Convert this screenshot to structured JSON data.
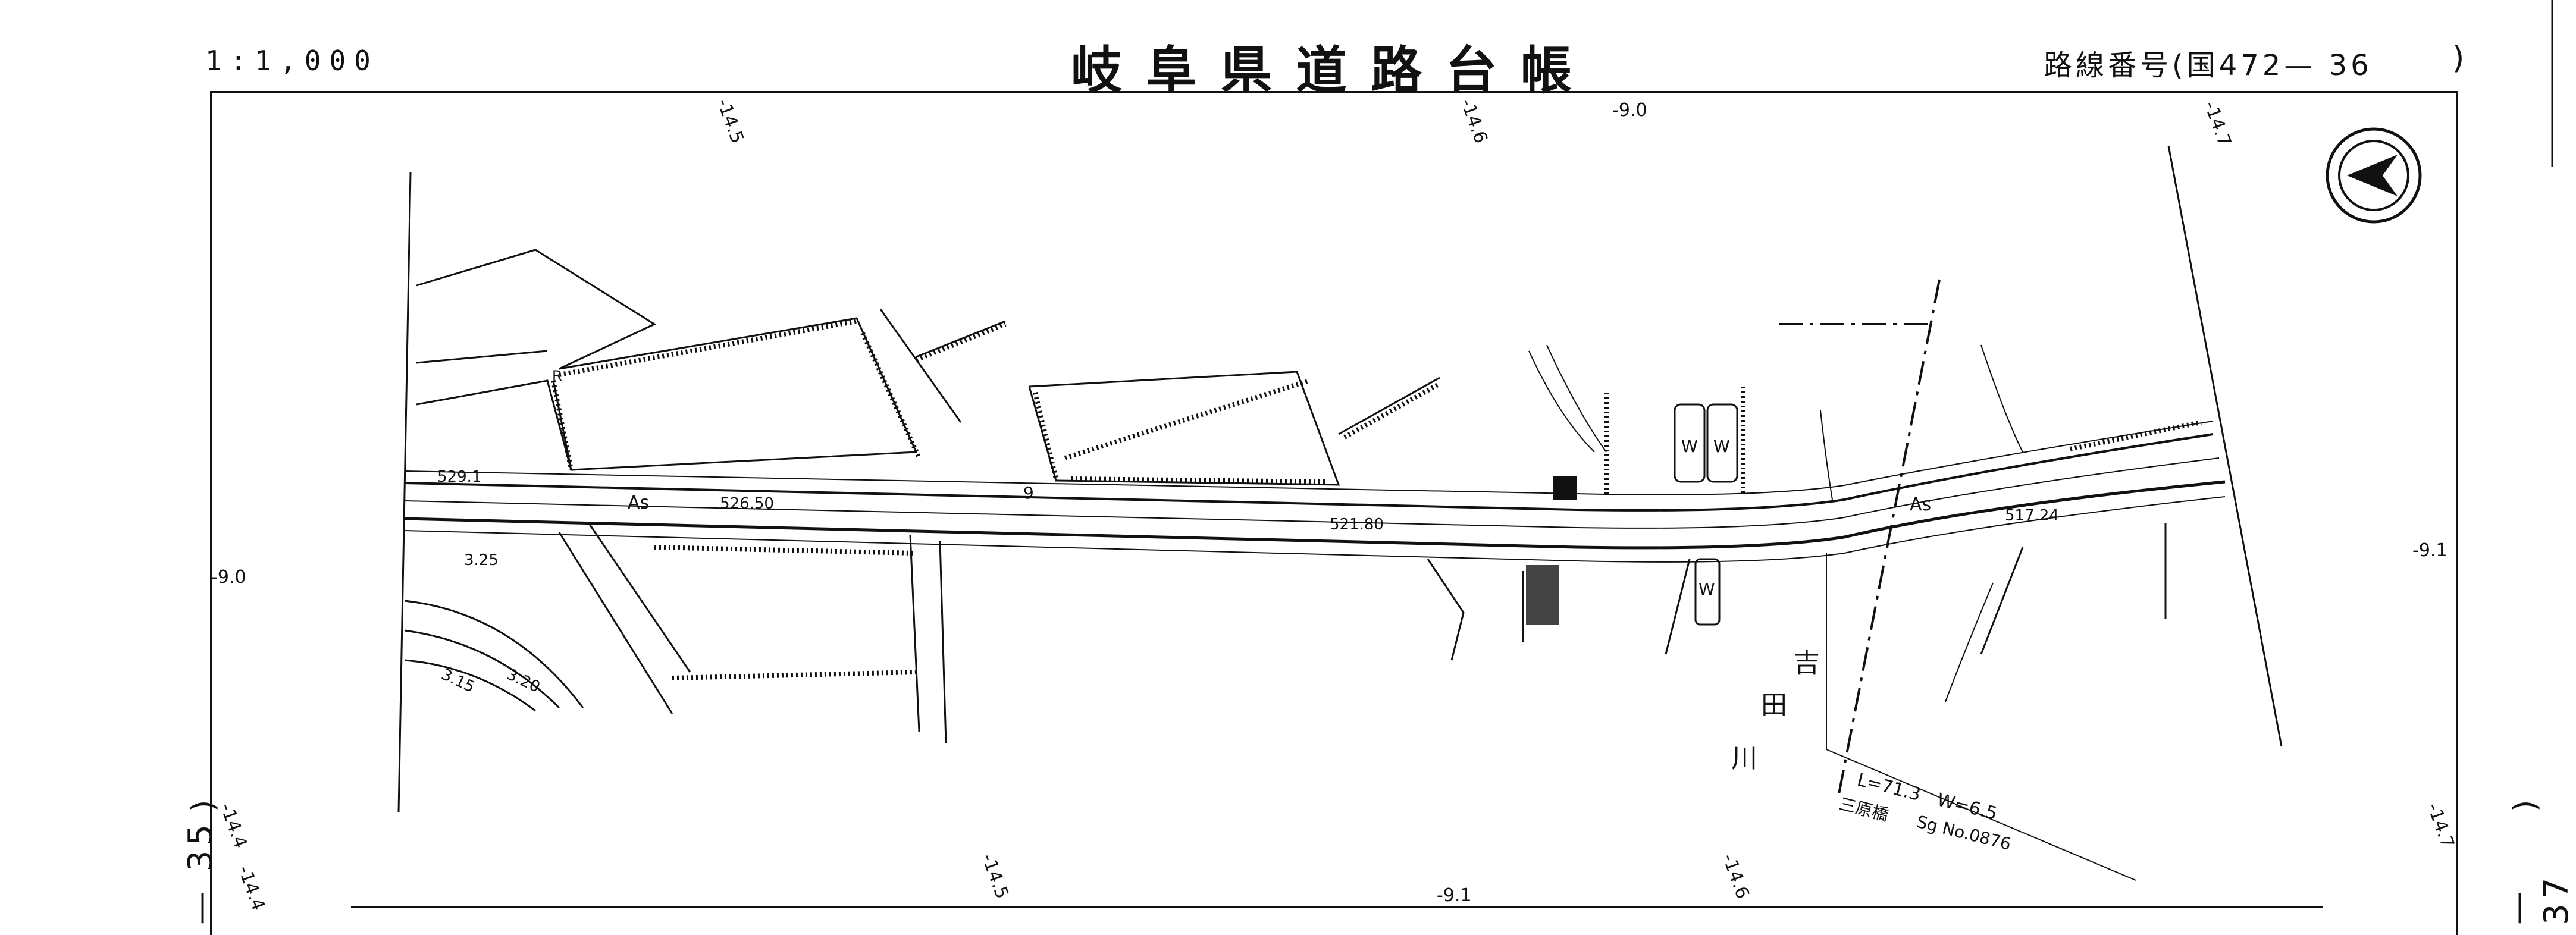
{
  "header": {
    "scale": "1:1,000",
    "title": "岐阜県道路台帳",
    "route_label": "路線番号(国472— 36",
    "route_close": ")"
  },
  "side_refs": {
    "left": "— 35",
    "left_paren": ")",
    "right": "— 37",
    "right_paren": ")"
  },
  "grid_labels": {
    "top_145": "-14.5",
    "top_146": "-14.6",
    "top_90": "-9.0",
    "top_147": "-14.7",
    "left_90": "-9.0",
    "right_91": "-9.1",
    "left_144a": "-14.4",
    "left_144b": "-14.4",
    "bottom_145": "-14.5",
    "bottom_91": "-9.1",
    "bottom_146": "-14.6",
    "right_147": "-14.7"
  },
  "map_labels": {
    "sta_529": "529.1",
    "as_1": "As",
    "sta_526": "526.50",
    "nine": "9",
    "sta_521": "521.80",
    "sta_517": "517.24",
    "as_2": "As",
    "contour_325": "3.25",
    "contour_315": "3.15",
    "contour_320": "3.20",
    "r": "R",
    "river_1": "吉",
    "river_2": "田",
    "river_3": "川",
    "w1": "W",
    "w2": "W",
    "w3": "W",
    "bridge_dims": "L=71.3　W=6.5",
    "bridge_name": "三原橋",
    "bridge_no": "Sg No.0876"
  },
  "legend": {
    "north_icon": "north-arrow-icon"
  }
}
